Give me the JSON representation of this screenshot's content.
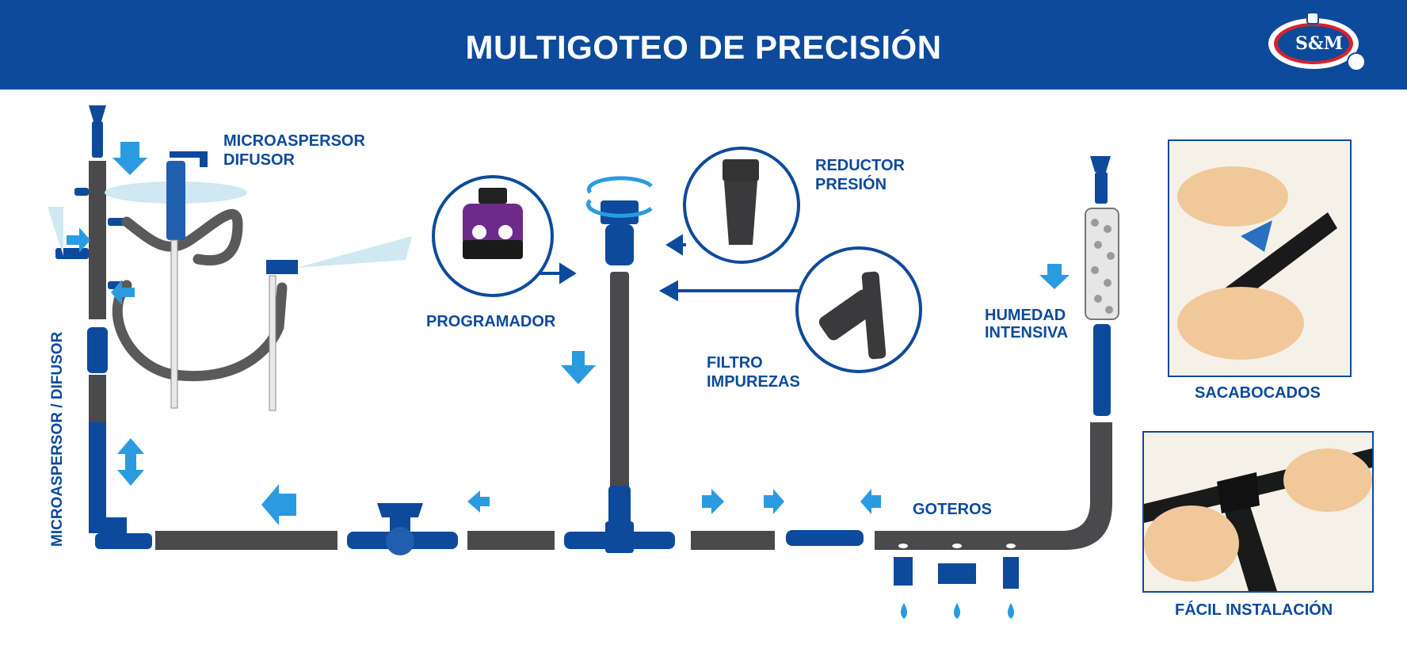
{
  "header": {
    "title": "MULTIGOTEO DE PRECISIÓN",
    "logo_text": "S&M"
  },
  "labels": {
    "microaspersor_difusor_1": "MICROASPERSOR",
    "microaspersor_difusor_2": "DIFUSOR",
    "vertical": "MICROASPERSOR / DIFUSOR",
    "programador": "PROGRAMADOR",
    "reductor_1": "REDUCTOR",
    "reductor_2": "PRESIÓN",
    "filtro_1": "FILTRO",
    "filtro_2": "IMPUREZAS",
    "humedad_1": "HUMEDAD",
    "humedad_2": "INTENSIVA",
    "goteros": "GOTEROS",
    "sacabocados": "SACABOCADOS",
    "facil": "FÁCIL INSTALACIÓN"
  },
  "colors": {
    "brand_blue": "#0d4a9b",
    "arrow_cyan": "#2a9be0",
    "pipe_gray": "#4a4a4c",
    "mist": "#cfe8f2"
  }
}
